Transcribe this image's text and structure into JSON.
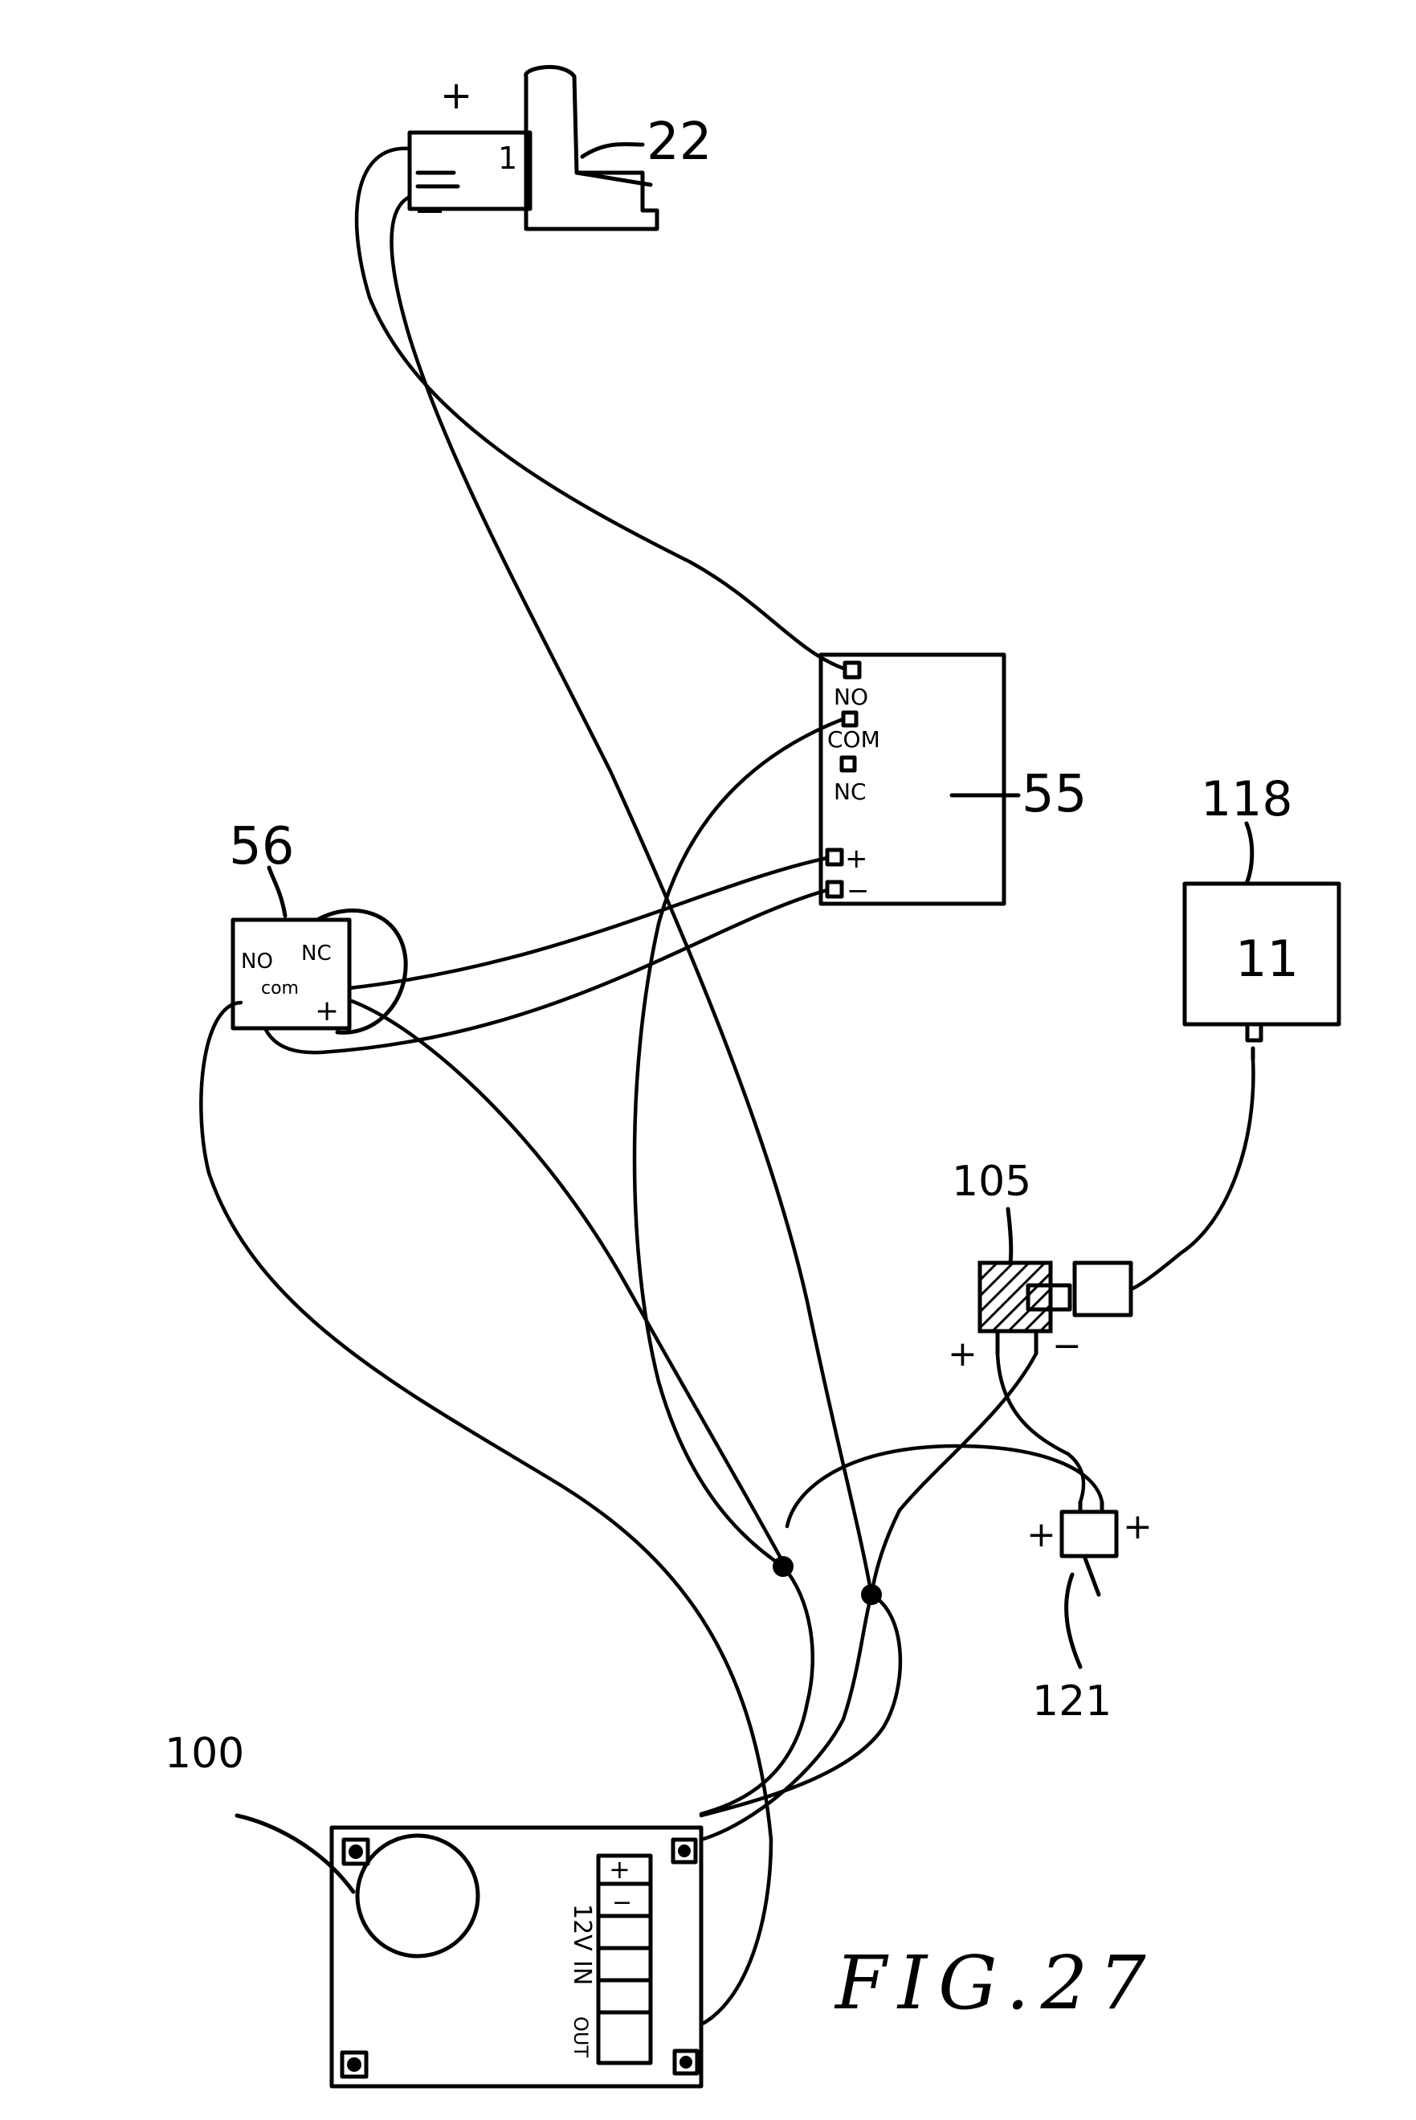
{
  "figure": {
    "caption": "FIG.27",
    "refs": {
      "r22": "22",
      "r55": "55",
      "r56": "56",
      "r118": "118",
      "r105": "105",
      "r121": "121",
      "r100": "100"
    },
    "labels": {
      "plus": "+",
      "minus": "−",
      "one": "1",
      "no": "NO",
      "com": "COM",
      "nc": "NC",
      "com_small": "com",
      "outlet": "11",
      "v12": "12V",
      "in": "IN",
      "out": "OUT"
    }
  }
}
